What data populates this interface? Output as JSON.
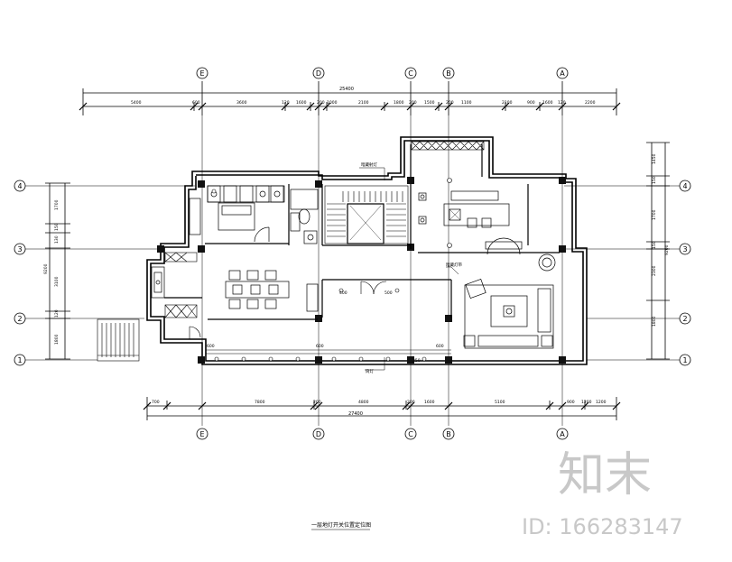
{
  "drawing": {
    "title": "一层地灯开关位置定位图",
    "watermark_brand": "知末",
    "watermark_id": "ID: 166283147"
  },
  "grid_axes": {
    "vertical": [
      "E",
      "D",
      "C",
      "B",
      "A"
    ],
    "horizontal": [
      "4",
      "3",
      "2",
      "1"
    ]
  },
  "dimensions": {
    "top_overall": "25400",
    "bottom_overall": "27400",
    "right_overall": "9200",
    "left_overall": "9200",
    "top_segments": [
      "5400",
      "600",
      "3600",
      "120",
      "1600",
      "200",
      "1000",
      "2100",
      "1800",
      "200",
      "1500",
      "200",
      "1100",
      "2100",
      "900",
      "1600",
      "120",
      "2200"
    ],
    "bottom_segments": [
      "700",
      "7800",
      "200",
      "4800",
      "200",
      "1600",
      "5100",
      "900",
      "1200",
      "1200"
    ],
    "right_segments": [
      "1450",
      "150",
      "1700",
      "150",
      "2300",
      "1800"
    ],
    "left_segments": [
      "1700",
      "150",
      "130",
      "3100",
      "120",
      "1800"
    ]
  },
  "annotations": {
    "note_top": "暗藏射灯",
    "note_mid": "暗藏灯带",
    "note_bottom": "筒灯",
    "dim_a": "600",
    "dim_b": "600",
    "dim_c": "600",
    "dim_d": "400",
    "dim_e": "500",
    "dim_f": "250"
  }
}
